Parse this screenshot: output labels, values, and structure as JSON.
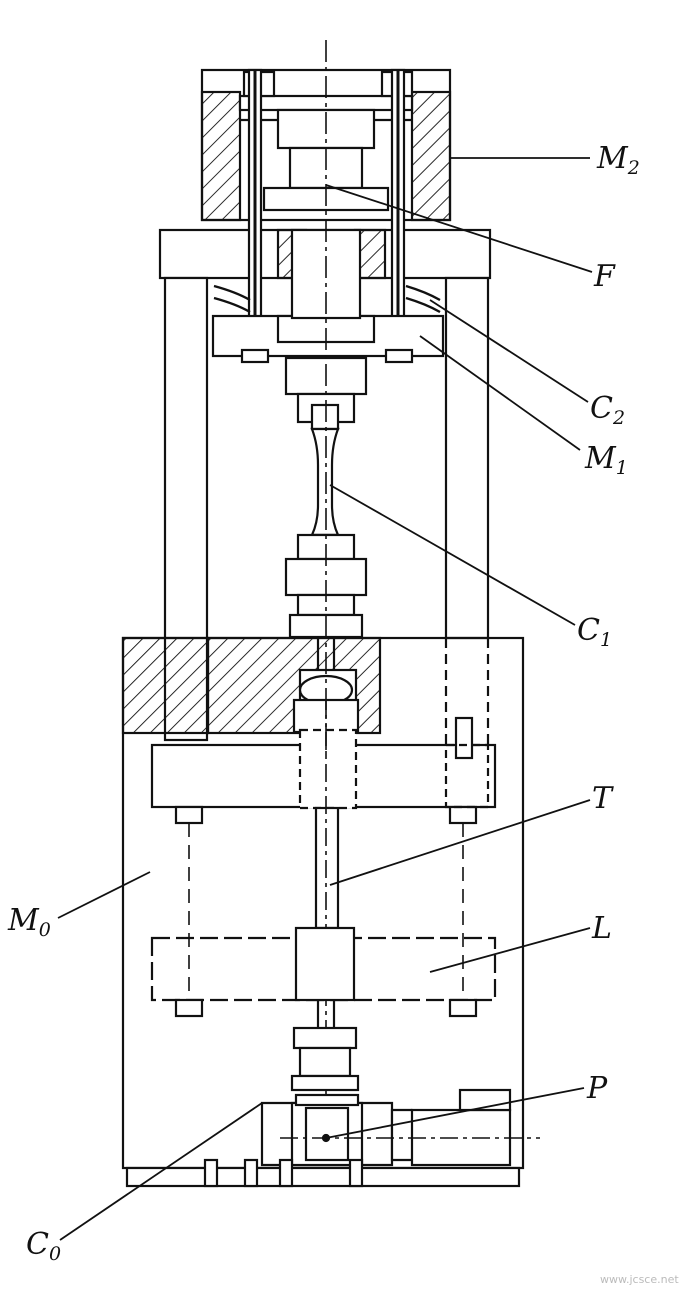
{
  "labels": {
    "M2": {
      "main": "M",
      "sub": "2"
    },
    "F": {
      "main": "F",
      "sub": ""
    },
    "C2": {
      "main": "C",
      "sub": "2"
    },
    "M1": {
      "main": "M",
      "sub": "1"
    },
    "C1": {
      "main": "C",
      "sub": "1"
    },
    "T": {
      "main": "T",
      "sub": ""
    },
    "M0": {
      "main": "M",
      "sub": "0"
    },
    "L": {
      "main": "L",
      "sub": ""
    },
    "P": {
      "main": "P",
      "sub": ""
    },
    "C0": {
      "main": "C",
      "sub": "0"
    }
  },
  "watermark": "www.jcsce.net"
}
